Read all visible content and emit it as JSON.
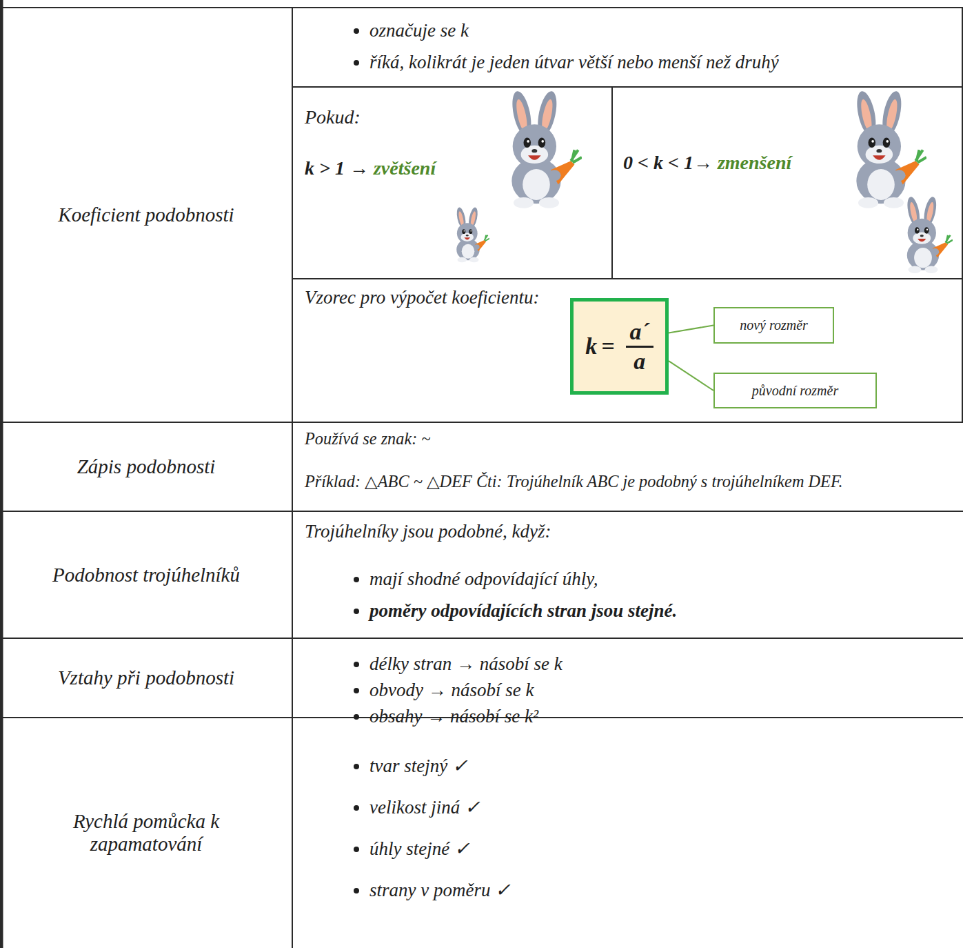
{
  "diagram": {
    "nodes": [
      {
        "text": [
          "Koeficient podobnosti"
        ]
      },
      {
        "text": [
          "označuje se k",
          "říká, kolikrát je jeden útvar větší nebo menší než druhý"
        ]
      },
      {
        "text": [
          "Pokud:",
          "k > 1 →",
          "zvětšení"
        ]
      },
      {
        "text": [
          "0 < k < 1→",
          "zmenšení"
        ]
      },
      {
        "text": [
          "Vzorec pro výpočet koeficientu:"
        ]
      },
      {
        "text": [
          "k",
          "=",
          "a´",
          "a"
        ],
        "in": 4
      },
      {
        "text": [
          "nový rozměr"
        ],
        "in": 4
      },
      {
        "text": [
          "původní rozměr"
        ],
        "in": 4
      },
      {
        "text": [
          "Zápis podobnosti"
        ]
      },
      {
        "text": [
          "Používá se znak: ~",
          "Příklad: △ABC ~ △DEF Čti: Trojúhelník ABC je podobný s trojúhelníkem DEF."
        ]
      },
      {
        "text": [
          "Podobnost trojúhelníků"
        ]
      },
      {
        "text": [
          "Trojúhelníky jsou podobné, když:",
          "mají shodné odpovídající úhly,",
          "poměry odpovídajících stran jsou stejné."
        ]
      },
      {
        "text": [
          "Vztahy při podobnosti"
        ]
      },
      {
        "text": [
          "délky stran → násobí se k",
          "obvody → násobí se k",
          "obsahy → násobí se k²"
        ]
      },
      {
        "text": [
          "Rychlá pomůcka k zapamatování"
        ]
      },
      {
        "text": [
          "tvar stejný ✓",
          "velikost jiná ✓",
          "úhly stejné ✓",
          "strany v poměru ✓"
        ]
      }
    ],
    "edges": [
      {
        "from": 6,
        "to": 5,
        "arrow": "none"
      },
      {
        "from": 7,
        "to": 5,
        "arrow": "none"
      }
    ]
  }
}
